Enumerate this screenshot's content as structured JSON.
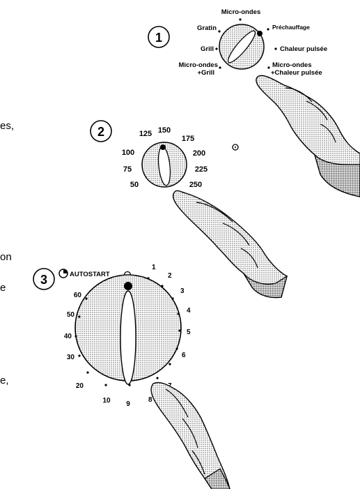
{
  "text_fragments": [
    "es,",
    "on",
    "e",
    "e,"
  ],
  "dial1": {
    "step": "1",
    "labels": {
      "top": "Micro-ondes",
      "top_left": "Gratin",
      "top_right": "Préchauffage",
      "left": "Grill",
      "right": "Chaleur pulsée",
      "bottom_left_1": "Micro-ondes",
      "bottom_left_2": "+Grill",
      "bottom_right_1": "Micro-ondes",
      "bottom_right_2": "+Chaleur pulsée"
    }
  },
  "dial2": {
    "step": "2",
    "temps": [
      "125",
      "150",
      "175",
      "100",
      "200",
      "75",
      "225",
      "50",
      "250"
    ]
  },
  "dial3": {
    "step": "3",
    "autostart": "AUTOSTART",
    "zero": "0",
    "right_ticks": [
      "1",
      "2",
      "3",
      "4",
      "5",
      "6",
      "7",
      "8",
      "9"
    ],
    "left_ticks": [
      "60",
      "50",
      "40",
      "30",
      "20",
      "10"
    ]
  }
}
